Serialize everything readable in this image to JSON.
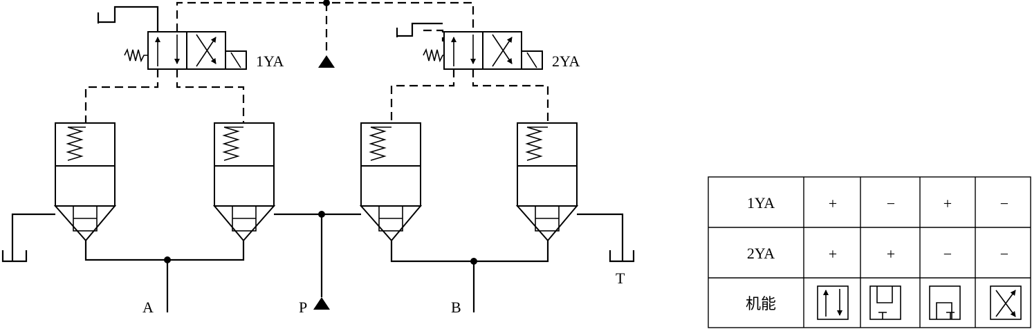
{
  "labels": {
    "sol1": "1YA",
    "sol2": "2YA",
    "port_a": "A",
    "port_p": "P",
    "port_b": "B",
    "port_t": "T"
  },
  "table": {
    "rows": [
      {
        "header": "1YA",
        "cells": [
          "+",
          "−",
          "+",
          "−"
        ]
      },
      {
        "header": "2YA",
        "cells": [
          "+",
          "+",
          "−",
          "−"
        ]
      },
      {
        "header": "机能"
      }
    ]
  }
}
